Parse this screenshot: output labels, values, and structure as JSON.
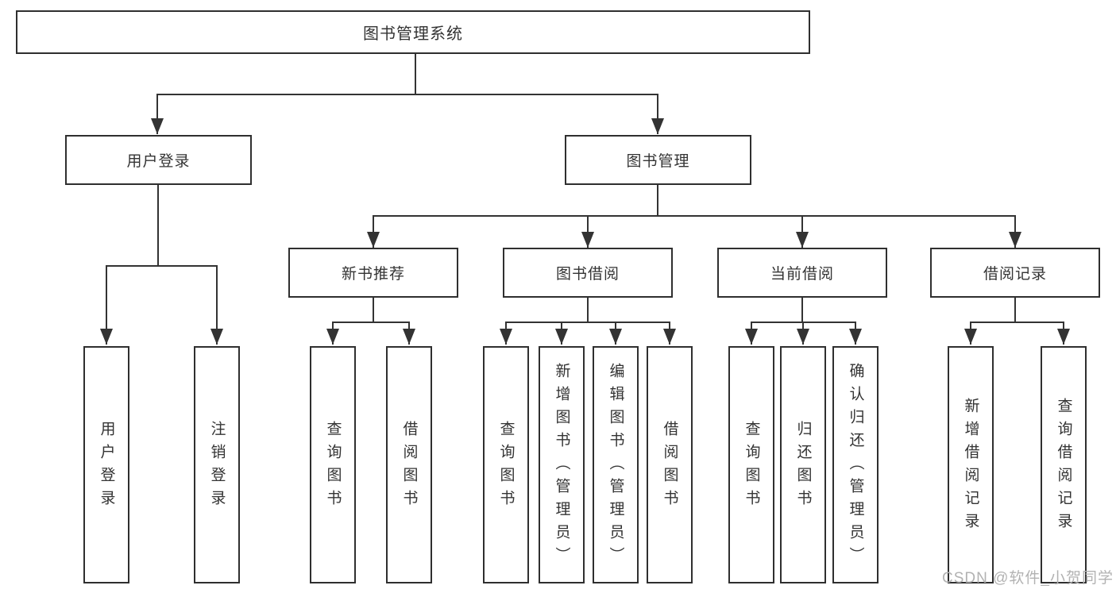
{
  "diagram": {
    "root": "图书管理系统",
    "level2": {
      "user_login": "用户登录",
      "book_mgmt": "图书管理"
    },
    "level3": {
      "new_books": "新书推荐",
      "book_borrow": "图书借阅",
      "current_borrow": "当前借阅",
      "borrow_records": "借阅记录"
    },
    "leaves": {
      "user": [
        "用户登录",
        "注销登录"
      ],
      "new_books": [
        "查询图书",
        "借阅图书"
      ],
      "book_borrow": [
        "查询图书",
        "新增图书（管理员）",
        "编辑图书（管理员）",
        "借阅图书"
      ],
      "current_borrow": [
        "查询图书",
        "归还图书",
        "确认归还（管理员）"
      ],
      "borrow_records": [
        "新增借阅记录",
        "查询借阅记录"
      ]
    }
  },
  "watermark": "CSDN @软件_小贺同学",
  "colors": {
    "line": "#333333",
    "box_border": "#2f2f2f",
    "text": "#333333",
    "watermark": "#b2b2b2",
    "background": "#ffffff"
  }
}
